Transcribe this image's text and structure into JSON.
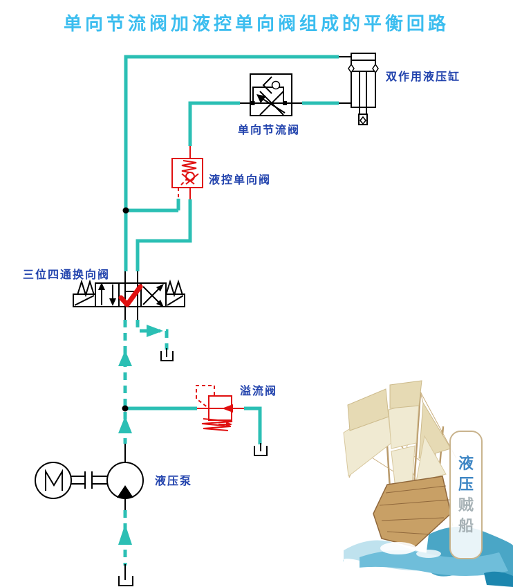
{
  "title": "单向节流阀加液控单向阀组成的平衡回路",
  "labels": {
    "cylinder": "双作用液压缸",
    "throttle_valve": "单向节流阀",
    "pilot_check_valve": "液控单向阀",
    "directional_valve": "三位四通换向阀",
    "relief_valve": "溢流阀",
    "pump": "液压泵"
  },
  "ship_banner": {
    "chars": [
      "液",
      "压",
      "贼",
      "船"
    ]
  },
  "colors": {
    "teal": "#2BBFB4",
    "red": "#E01010",
    "navy": "#2243AD",
    "cyan": "#3BBDEF",
    "ink": "#000000"
  }
}
